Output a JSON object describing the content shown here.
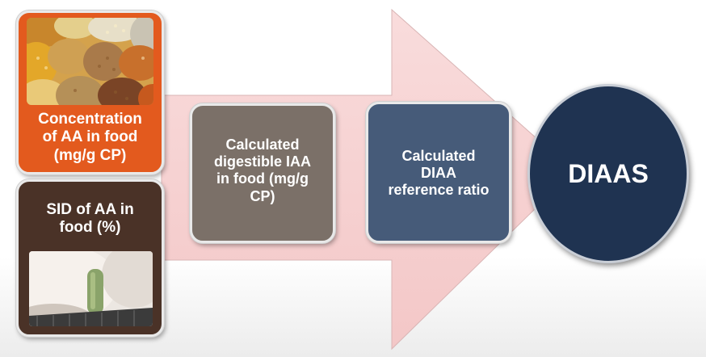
{
  "colors": {
    "arrow": "#f6d2d2",
    "concentration_box": "#e35a1e",
    "sid_box": "#4a3227",
    "digestible_box": "#7b7068",
    "reference_box": "#465b79",
    "diaas_circle": "#1f3351"
  },
  "boxes": {
    "concentration": {
      "label": "Concentration of AA in food (mg/g CP)",
      "lines": [
        "Concentration",
        "of AA in food",
        "(mg/g CP)"
      ]
    },
    "sid": {
      "label": "SID of AA in food (%)",
      "lines": [
        "SID of AA in",
        "food (%)"
      ]
    },
    "digestible": {
      "label": "Calculated digestible IAA in food (mg/g CP)",
      "lines": [
        "Calculated",
        "digestible IAA",
        "in food (mg/g",
        "CP)"
      ]
    },
    "reference": {
      "label": "Calculated DIAA reference ratio",
      "lines": [
        "Calculated",
        "DIAA",
        "reference ratio"
      ]
    }
  },
  "result": {
    "label": "DIAAS"
  }
}
